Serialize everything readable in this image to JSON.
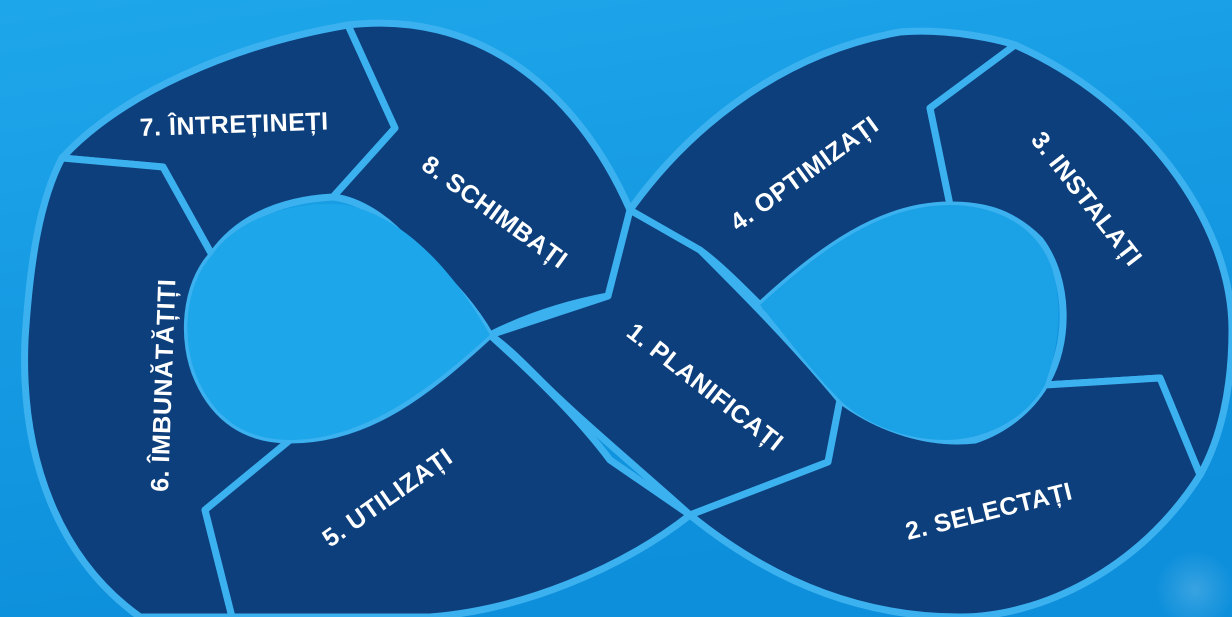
{
  "colors": {
    "background_top": "#1aa0e6",
    "background_bottom": "#0e8fdc",
    "segment_fill": "#0d3f7c",
    "segment_edge": "#3cb1ef",
    "label_text": "#ffffff"
  },
  "steps": [
    {
      "label": "1. PLANIFICAȚI"
    },
    {
      "label": "2. SELECTAȚI"
    },
    {
      "label": "3. INSTALAȚI"
    },
    {
      "label": "4. OPTIMIZAȚI"
    },
    {
      "label": "5. UTILIZAȚI"
    },
    {
      "label": "6. ÎMBUNĂTĂȚIȚI"
    },
    {
      "label": "7. ÎNTREȚINEȚI"
    },
    {
      "label": "8. SCHIMBAȚI"
    }
  ]
}
